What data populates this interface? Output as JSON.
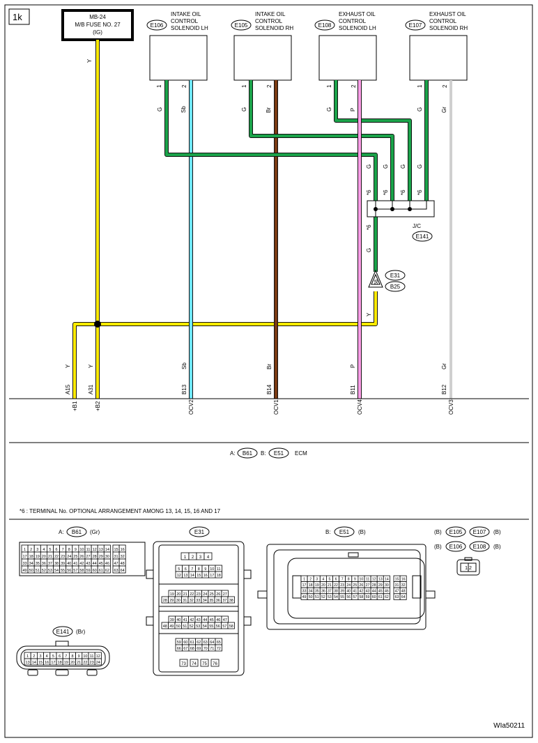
{
  "diagram": {
    "page_label": "1k",
    "figure_id": "WIa50211",
    "fuse": {
      "line1": "MB-24",
      "line2": "M/B FUSE NO. 27",
      "line3": "(IG)"
    },
    "solenoids": [
      {
        "code": "E106",
        "title1": "INTAKE OIL",
        "title2": "CONTROL",
        "title3": "SOLENOID LH",
        "pin1": "1",
        "pin2": "2",
        "wire1": "G",
        "wire2": "Sb"
      },
      {
        "code": "E105",
        "title1": "INTAKE OIL",
        "title2": "CONTROL",
        "title3": "SOLENOID RH",
        "pin1": "1",
        "pin2": "2",
        "wire1": "G",
        "wire2": "Br"
      },
      {
        "code": "E108",
        "title1": "EXHAUST OIL",
        "title2": "CONTROL",
        "title3": "SOLENOID LH",
        "pin1": "1",
        "pin2": "2",
        "wire1": "G",
        "wire2": "P"
      },
      {
        "code": "E107",
        "title1": "EXHAUST OIL",
        "title2": "CONTROL",
        "title3": "SOLENOID RH",
        "pin1": "1",
        "pin2": "2",
        "wire1": "G",
        "wire2": "Gr"
      }
    ],
    "fuse_wire": "Y",
    "jc": {
      "label": "J/C",
      "code": "E141",
      "star": "*6",
      "wire_in": "G",
      "wire_out": "G"
    },
    "connector_pair": {
      "top": "E31",
      "bottom": "B25",
      "pin": "58",
      "wire_below": "Y"
    },
    "ecm_terminals": [
      {
        "wire": "Y",
        "pin": "A15",
        "name": "+B1"
      },
      {
        "wire": "Y",
        "pin": "A31",
        "name": "+B2"
      },
      {
        "wire": "Sb",
        "pin": "B13",
        "name": "OCV2"
      },
      {
        "wire": "Br",
        "pin": "B14",
        "name": "OCV1"
      },
      {
        "wire": "P",
        "pin": "B11",
        "name": "OCV4"
      },
      {
        "wire": "Gr",
        "pin": "B12",
        "name": "OCV3"
      }
    ],
    "ecm_caption": {
      "a_prefix": "A:",
      "a_code": "B61",
      "b_prefix": "B:",
      "b_code": "E51",
      "name": "ECM"
    },
    "note": "*6  : TERMINAL No. OPTIONAL ARRANGEMENT AMONG 13, 14, 15, 16 AND 17",
    "views": {
      "b61": {
        "prefix": "A:",
        "code": "B61",
        "color": "(Gr)"
      },
      "e31": {
        "code": "E31"
      },
      "e51": {
        "prefix": "B:",
        "code": "E51",
        "color": "(B)"
      },
      "e141": {
        "code": "E141",
        "color": "(Br)"
      },
      "small": {
        "prefix": "(B)",
        "codes": [
          "E105",
          "E107",
          "E106",
          "E108"
        ],
        "suffix": "(B)",
        "pins": "1 2"
      }
    }
  }
}
